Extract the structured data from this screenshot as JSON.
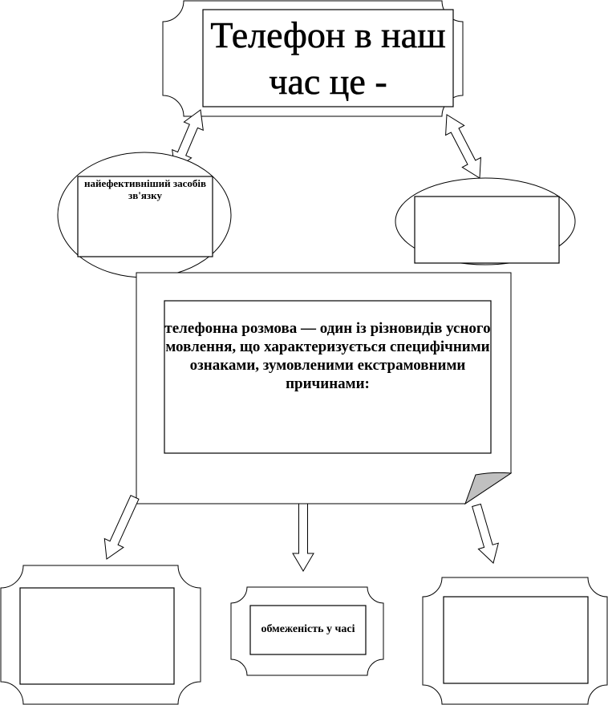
{
  "title": "Телефон в наш час це -",
  "left_node": {
    "text": "найефективніший засобів зв'язку"
  },
  "right_node": {
    "text": ""
  },
  "center_node": {
    "text": "телефонна розмова — один із різновидів усного мовлення, що характеризується специфічними ознаками, зумовленими екстрамовними причинами:"
  },
  "bottom_nodes": [
    {
      "text": ""
    },
    {
      "text": "обмеженість у часі"
    },
    {
      "text": ""
    }
  ],
  "colors": {
    "fold": "#c0c0c0",
    "stroke": "#000000",
    "fill": "#ffffff"
  }
}
